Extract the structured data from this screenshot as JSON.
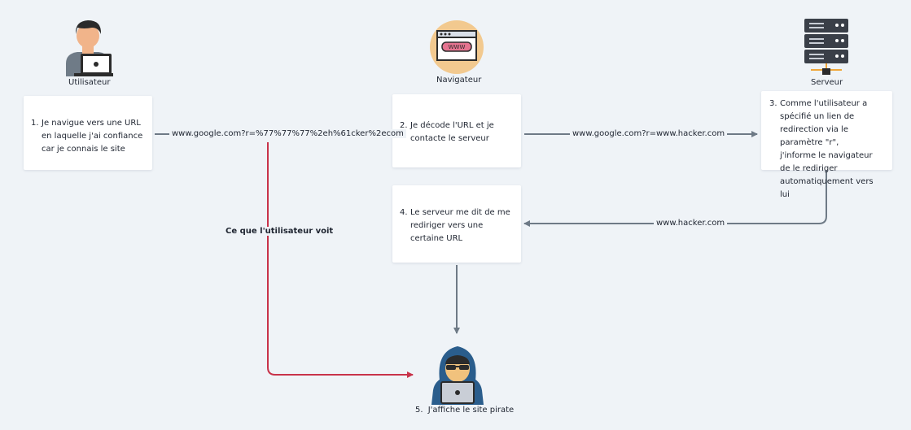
{
  "actors": {
    "user": "Utilisateur",
    "browser": "Navigateur",
    "server": "Serveur"
  },
  "steps": {
    "s1": {
      "num": "1.",
      "text": "Je navigue vers une URL en laquelle j'ai confiance car je connais le site"
    },
    "s2": {
      "num": "2.",
      "text": "Je décode l'URL et je contacte le serveur"
    },
    "s3": {
      "num": "3.",
      "text": "Comme l'utilisateur a spécifié un lien de redirection via le paramètre \"r\", j'informe le navigateur de le rediriger automatiquement vers lui"
    },
    "s4": {
      "num": "4.",
      "text": "Le serveur me dit de me rediriger vers une certaine URL"
    },
    "s5": {
      "num": "5.",
      "text": "J'affiche le site pirate"
    }
  },
  "arrows": {
    "encoded_url": "www.google.com?r=%77%77%77%2eh%61cker%2ecom",
    "decoded_url": "www.google.com?r=www.hacker.com",
    "redirect_url": "www.hacker.com",
    "user_sees": "Ce que l'utilisateur voit"
  },
  "icons": {
    "user": "user-laptop-icon",
    "browser": "browser-www-icon",
    "server": "server-rack-icon",
    "hacker": "hacker-hood-icon"
  },
  "colors": {
    "background": "#eff3f7",
    "arrow": "#6e7a86",
    "highlight_arrow": "#c8334a",
    "browser_circle": "#f2c98f",
    "hacker_hood": "#2a5d8c",
    "server_accent": "#f0a73a"
  }
}
